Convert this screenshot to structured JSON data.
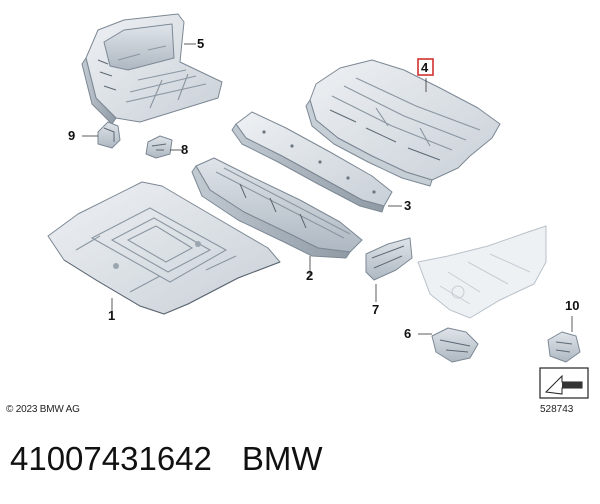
{
  "callouts": {
    "part_1": "1",
    "part_2": "2",
    "part_3": "3",
    "part_4": "4",
    "part_5": "5",
    "part_6": "6",
    "part_7": "7",
    "part_8": "8",
    "part_9": "9",
    "part_10": "10"
  },
  "copyright": "© 2023 BMW AG",
  "diagram_number": "528743",
  "footer": {
    "part_number": "41007431642",
    "brand": "BMW"
  },
  "colors": {
    "part_fill": "#dde2e7",
    "part_stroke": "#7c8894",
    "highlight_frame": "#d0312d",
    "ghost_part": "#eef1f4"
  },
  "icons": {
    "direction_indicator": "arrow-icon"
  }
}
